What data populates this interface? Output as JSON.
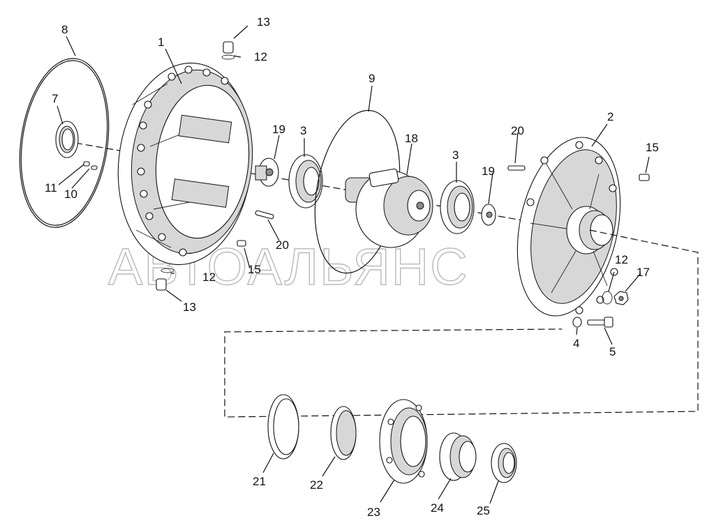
{
  "watermark": "АВТОАЛЬЯНС",
  "callouts": [
    {
      "id": "c-1",
      "text": "1"
    },
    {
      "id": "c-2",
      "text": "2"
    },
    {
      "id": "c-3a",
      "text": "3"
    },
    {
      "id": "c-3b",
      "text": "3"
    },
    {
      "id": "c-4",
      "text": "4"
    },
    {
      "id": "c-5",
      "text": "5"
    },
    {
      "id": "c-7",
      "text": "7"
    },
    {
      "id": "c-8",
      "text": "8"
    },
    {
      "id": "c-9",
      "text": "9"
    },
    {
      "id": "c-10",
      "text": "10"
    },
    {
      "id": "c-11",
      "text": "11"
    },
    {
      "id": "c-12a",
      "text": "12"
    },
    {
      "id": "c-12b",
      "text": "12"
    },
    {
      "id": "c-12c",
      "text": "12"
    },
    {
      "id": "c-13a",
      "text": "13"
    },
    {
      "id": "c-13b",
      "text": "13"
    },
    {
      "id": "c-15a",
      "text": "15"
    },
    {
      "id": "c-15b",
      "text": "15"
    },
    {
      "id": "c-17",
      "text": "17"
    },
    {
      "id": "c-18",
      "text": "18"
    },
    {
      "id": "c-19a",
      "text": "19"
    },
    {
      "id": "c-19b",
      "text": "19"
    },
    {
      "id": "c-20a",
      "text": "20"
    },
    {
      "id": "c-20b",
      "text": "20"
    },
    {
      "id": "c-21",
      "text": "21"
    },
    {
      "id": "c-22",
      "text": "22"
    },
    {
      "id": "c-23",
      "text": "23"
    },
    {
      "id": "c-24",
      "text": "24"
    },
    {
      "id": "c-25",
      "text": "25"
    }
  ]
}
